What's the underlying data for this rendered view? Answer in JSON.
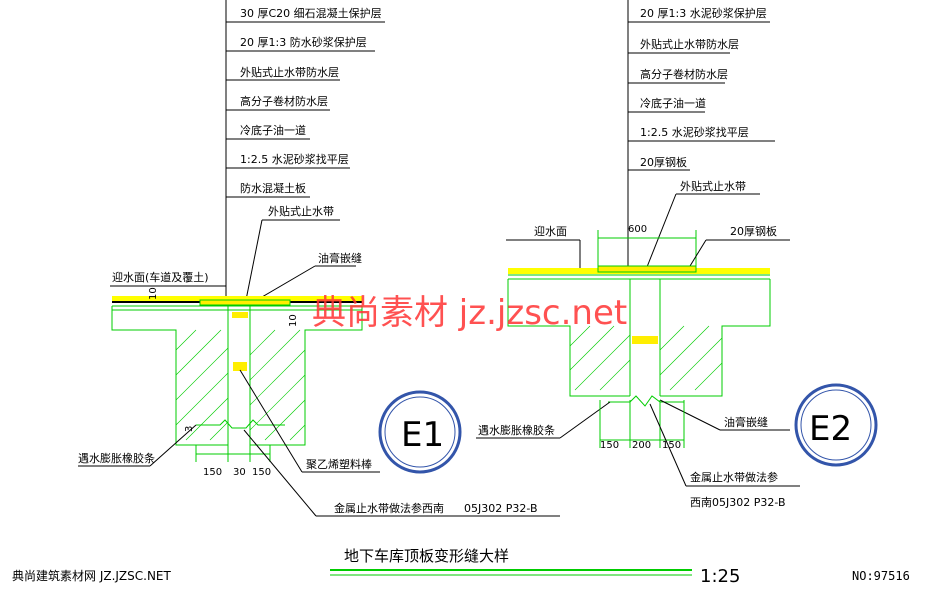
{
  "colors": {
    "line": "#00cc00",
    "layer": "#ffff00",
    "waterstop": "#ffee00",
    "watermark": "#ff3333",
    "ink": "#000000",
    "circle": "#3355aa"
  },
  "left": {
    "layers": [
      "30 厚C20  细石混凝土保护层",
      "20 厚1:3   防水砂浆保护层",
      "外贴式止水带防水层",
      "高分子卷材防水层",
      "冷底子油一道",
      "1:2.5    水泥砂浆找平层",
      "防水混凝土板"
    ],
    "waterstop_label": "外贴式止水带",
    "surface_label": "迎水面(车道及覆土)",
    "sealant_label": "油膏嵌缝",
    "left_note": "遇水膨胀橡胶条",
    "filler_label": "聚乙烯塑料棒",
    "metal_note": "金属止水带做法参西南",
    "metal_ref": "05J302 P32-B",
    "dims": [
      "150",
      "30",
      "150"
    ],
    "small_dims": [
      "10",
      "10",
      "3"
    ],
    "id": "E1"
  },
  "right": {
    "layers": [
      "20 厚1:3    水泥砂浆保护层",
      "外贴式止水带防水层",
      "高分子卷材防水层",
      "冷底子油一道",
      "1:2.5    水泥砂浆找平层",
      "20厚钢板"
    ],
    "waterstop_label": "外贴式止水带",
    "surface_label": "迎水面",
    "top_dim": "600",
    "plate_label": "20厚钢板",
    "left_note": "遇水膨胀橡胶条",
    "sealant_label": "油膏嵌缝",
    "dims": [
      "150",
      "200",
      "150"
    ],
    "metal_note": "金属止水带做法参",
    "metal_ref": "西南05J302 P32-B",
    "id": "E2"
  },
  "watermark": "典尚素材  jz.jzsc.net",
  "footer": {
    "title": "地下车库顶板变形缝大样",
    "scale": "1:25",
    "site": "典尚建筑素材网 JZ.JZSC.NET",
    "number": "NO:97516"
  }
}
